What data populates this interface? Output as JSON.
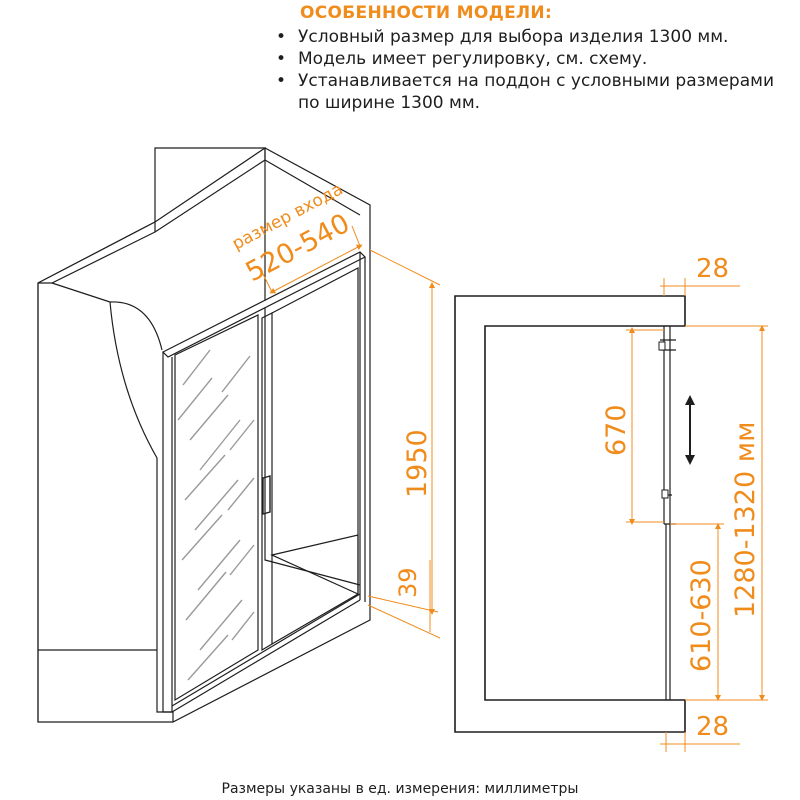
{
  "features": {
    "title": "ОСОБЕННОСТИ МОДЕЛИ:",
    "items": [
      "Условный размер для выбора изделия 1300 мм.",
      "Модель имеет регулировку, см. схему.",
      "Устанавливается на поддон с условными размерами по ширине 1300 мм."
    ]
  },
  "iso_view": {
    "entrance_caption": "размер входа",
    "entrance_value": "520-540",
    "height_label": "1950",
    "base_label": "39"
  },
  "section_view": {
    "top_gap_label": "28",
    "bottom_gap_label": "28",
    "adjust_label": "670",
    "lower_label": "610-630",
    "total_label": "1280-1320 мм"
  },
  "colors": {
    "accent": "#f08c1c",
    "line": "#1e1e1e"
  },
  "footnote": "Размеры указаны в ед. измерения: миллиметры"
}
